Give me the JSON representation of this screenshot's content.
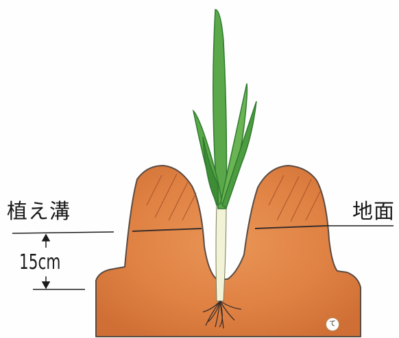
{
  "labels": {
    "trench": "植え溝",
    "ground": "地面",
    "depth": "15cm"
  },
  "signature": "て",
  "colors": {
    "soil": "#e3864a",
    "soil_dark": "#c96a30",
    "soil_outline": "#5a4a42",
    "leaf": "#5aa84a",
    "leaf_dark": "#2f7a2e",
    "stem": "#f2f3d6",
    "root": "#3a2e2a",
    "line": "#1a1a1a"
  }
}
